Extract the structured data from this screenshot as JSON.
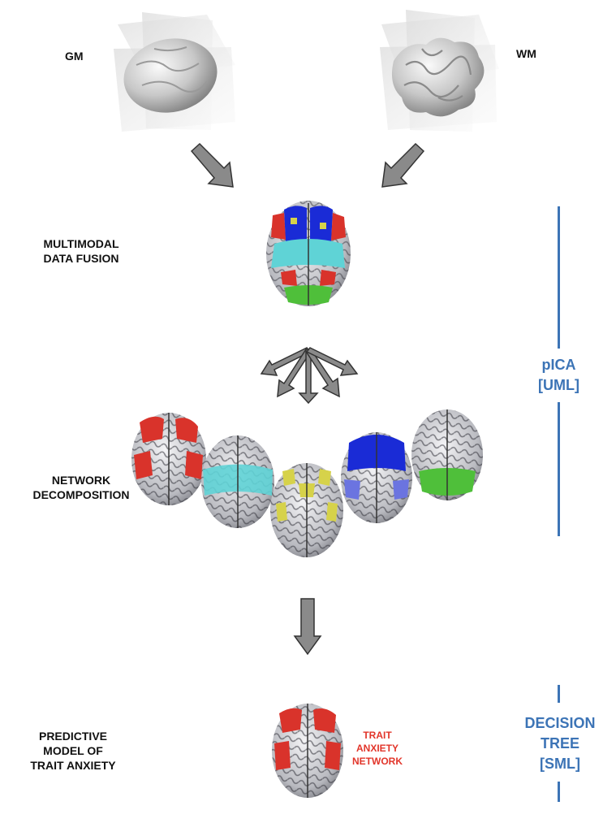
{
  "modalities": {
    "gm": "GM",
    "wm": "WM"
  },
  "stages": {
    "fusion": [
      "MULTIMODAL",
      "DATA FUSION"
    ],
    "decomposition": [
      "NETWORK",
      "DECOMPOSITION"
    ],
    "predictive": [
      "PREDICTIVE",
      "MODEL OF",
      "TRAIT ANXIETY"
    ]
  },
  "methods": {
    "pica": [
      "pICA",
      "[UML]"
    ],
    "decision_tree": [
      "DECISION",
      "TREE",
      "[SML]"
    ]
  },
  "network_label": [
    "TRAIT",
    "ANXIETY",
    "NETWORK"
  ],
  "colors": {
    "method_blue": "#3c74b6",
    "network_red": "#e2352a",
    "cyan": "#5fd3d6",
    "yellow": "#d6d24a",
    "blue": "#1a2bd6",
    "green": "#4fbf3a"
  }
}
